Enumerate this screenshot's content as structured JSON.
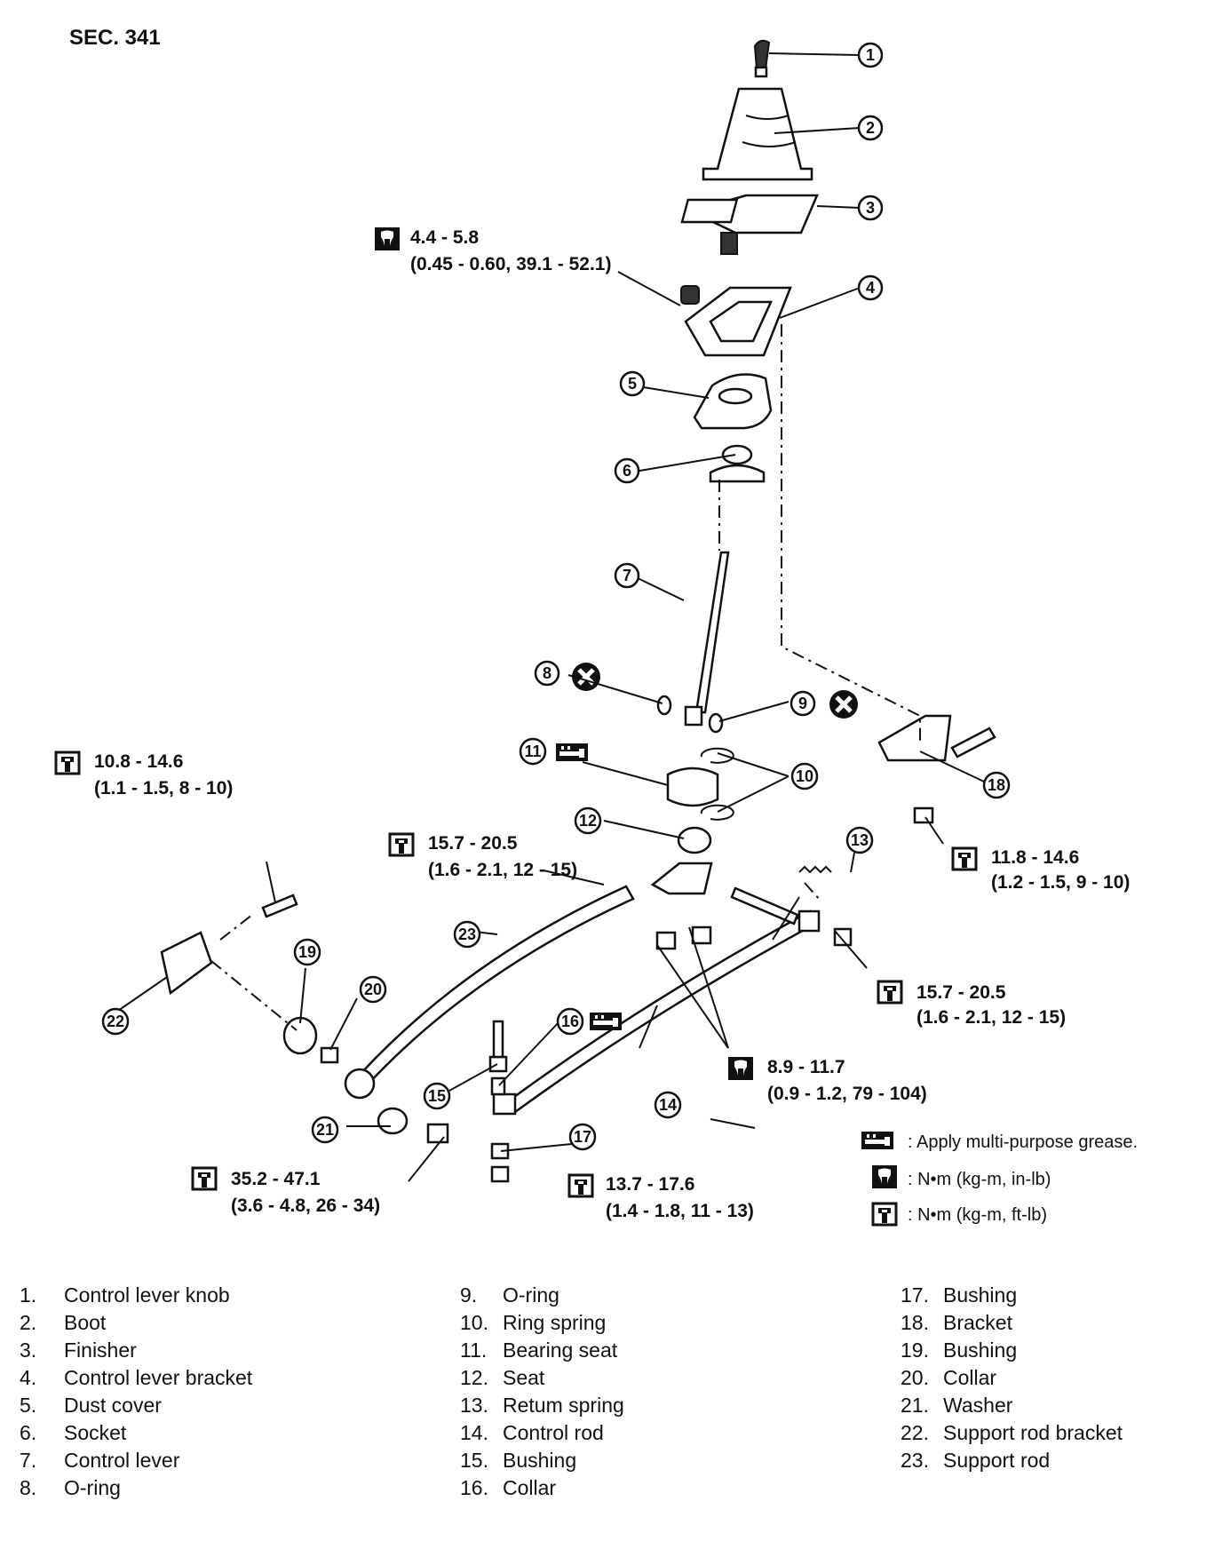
{
  "section": "SEC. 341",
  "callouts": [
    "1",
    "2",
    "3",
    "4",
    "5",
    "6",
    "7",
    "8",
    "9",
    "10",
    "11",
    "12",
    "13",
    "14",
    "15",
    "16",
    "17",
    "18",
    "19",
    "20",
    "21",
    "22",
    "23"
  ],
  "torques": {
    "t1": {
      "line1": "4.4 - 5.8",
      "line2": "(0.45 - 0.60, 39.1 - 52.1)"
    },
    "t2": {
      "line1": "10.8 - 14.6",
      "line2": "(1.1 - 1.5, 8 - 10)"
    },
    "t3": {
      "line1": "15.7 - 20.5",
      "line2": "(1.6 - 2.1, 12 - 15)"
    },
    "t4": {
      "line1": "11.8 - 14.6",
      "line2": "(1.2 - 1.5, 9 - 10)"
    },
    "t5": {
      "line1": "15.7 - 20.5",
      "line2": "(1.6 - 2.1, 12 - 15)"
    },
    "t6": {
      "line1": "8.9 - 11.7",
      "line2": "(0.9 - 1.2, 79 - 104)"
    },
    "t7": {
      "line1": "35.2 - 47.1",
      "line2": "(3.6 - 4.8, 26 - 34)"
    },
    "t8": {
      "line1": "13.7 - 17.6",
      "line2": "(1.4 - 1.8, 11 - 13)"
    }
  },
  "legend": {
    "grease": ": Apply multi-purpose grease.",
    "in_lb": ": N•m (kg-m, in-lb)",
    "ft_lb": ": N•m (kg-m, ft-lb)"
  },
  "parts": [
    {
      "num": "1.",
      "name": "Control lever knob"
    },
    {
      "num": "2.",
      "name": "Boot"
    },
    {
      "num": "3.",
      "name": "Finisher"
    },
    {
      "num": "4.",
      "name": "Control lever bracket"
    },
    {
      "num": "5.",
      "name": "Dust cover"
    },
    {
      "num": "6.",
      "name": "Socket"
    },
    {
      "num": "7.",
      "name": "Control lever"
    },
    {
      "num": "8.",
      "name": "O-ring"
    },
    {
      "num": "9.",
      "name": "O-ring"
    },
    {
      "num": "10.",
      "name": "Ring spring"
    },
    {
      "num": "11.",
      "name": "Bearing seat"
    },
    {
      "num": "12.",
      "name": "Seat"
    },
    {
      "num": "13.",
      "name": "Retum spring"
    },
    {
      "num": "14.",
      "name": "Control rod"
    },
    {
      "num": "15.",
      "name": "Bushing"
    },
    {
      "num": "16.",
      "name": "Collar"
    },
    {
      "num": "17.",
      "name": "Bushing"
    },
    {
      "num": "18.",
      "name": "Bracket"
    },
    {
      "num": "19.",
      "name": "Bushing"
    },
    {
      "num": "20.",
      "name": "Collar"
    },
    {
      "num": "21.",
      "name": "Washer"
    },
    {
      "num": "22.",
      "name": "Support rod bracket"
    },
    {
      "num": "23.",
      "name": "Support rod"
    }
  ]
}
